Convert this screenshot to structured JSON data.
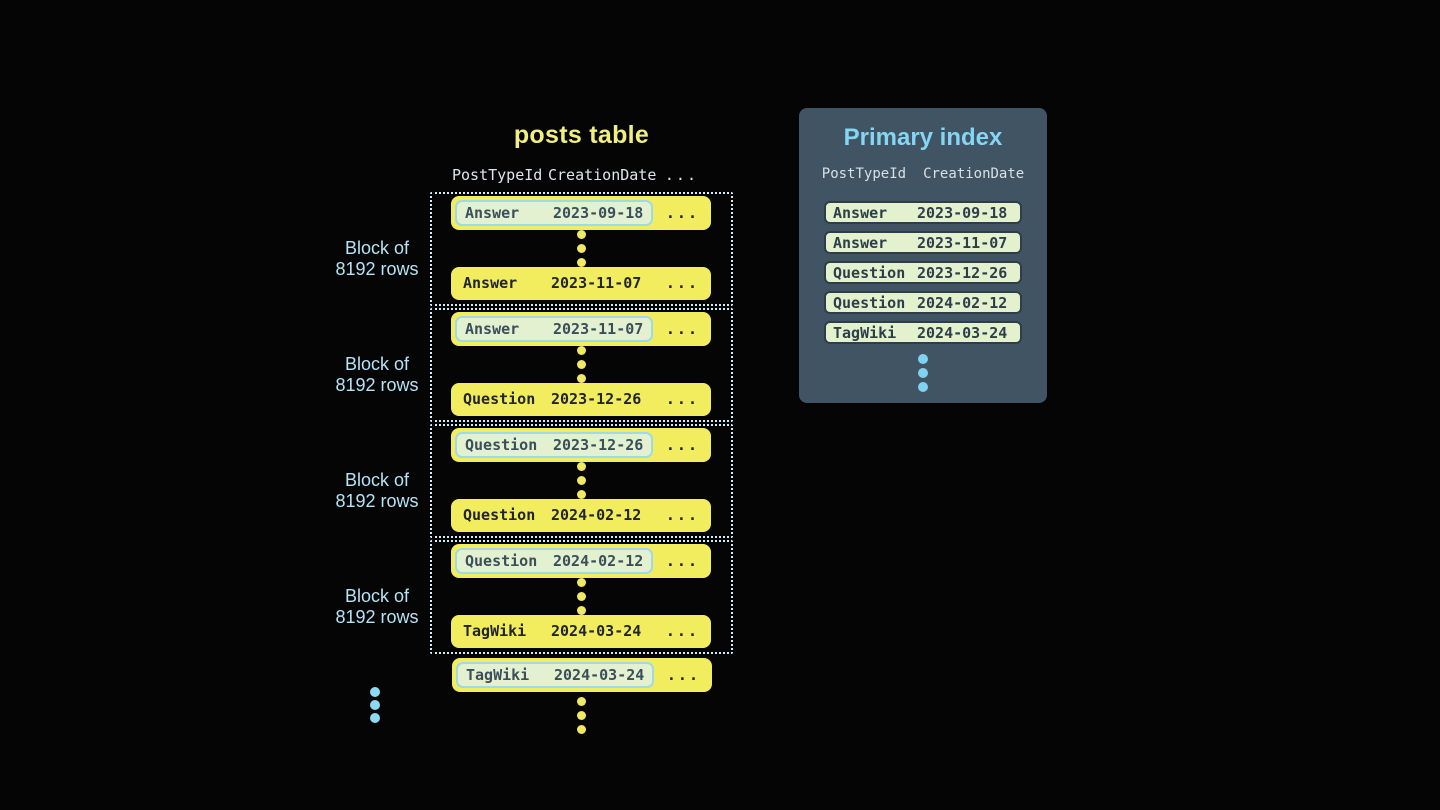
{
  "posts_table": {
    "title": "posts table",
    "columns": [
      "PostTypeId",
      "CreationDate"
    ],
    "header_ellipsis": "...",
    "row_ellipsis": "...",
    "block_label": {
      "line1": "Block of",
      "line2": "8192 rows"
    },
    "blocks": [
      {
        "first_row": {
          "post_type": "Answer",
          "creation_date": "2023-09-18"
        },
        "last_row": {
          "post_type": "Answer",
          "creation_date": "2023-11-07"
        }
      },
      {
        "first_row": {
          "post_type": "Answer",
          "creation_date": "2023-11-07"
        },
        "last_row": {
          "post_type": "Question",
          "creation_date": "2023-12-26"
        }
      },
      {
        "first_row": {
          "post_type": "Question",
          "creation_date": "2023-12-26"
        },
        "last_row": {
          "post_type": "Question",
          "creation_date": "2024-02-12"
        }
      },
      {
        "first_row": {
          "post_type": "Question",
          "creation_date": "2024-02-12"
        },
        "last_row": {
          "post_type": "TagWiki",
          "creation_date": "2024-03-24"
        }
      }
    ],
    "next_block_first_row": {
      "post_type": "TagWiki",
      "creation_date": "2024-03-24"
    }
  },
  "primary_index": {
    "title": "Primary index",
    "columns": [
      "PostTypeId",
      "CreationDate"
    ],
    "entries": [
      {
        "post_type": "Answer",
        "creation_date": "2023-09-18"
      },
      {
        "post_type": "Answer",
        "creation_date": "2023-11-07"
      },
      {
        "post_type": "Question",
        "creation_date": "2023-12-26"
      },
      {
        "post_type": "Question",
        "creation_date": "2024-02-12"
      },
      {
        "post_type": "TagWiki",
        "creation_date": "2024-03-24"
      }
    ]
  },
  "colors": {
    "background": "#050505",
    "row_yellow": "#f2ec5f",
    "row_text_dark": "#20262b",
    "highlight_fill": "#e3f1d0",
    "highlight_border": "#9ed9ec",
    "highlight_text": "#3a4e5c",
    "block_border_dotted": "#d6ecf7",
    "label_blue": "#b5e3f5",
    "title_yellow": "#f1ee82",
    "panel_background": "#405463",
    "panel_title_blue": "#84d6f3",
    "index_row_fill": "#e3f1cf",
    "index_row_border": "#2e3e49",
    "dot_yellow": "#f0ea62",
    "dot_blue": "#7fd3f0"
  }
}
